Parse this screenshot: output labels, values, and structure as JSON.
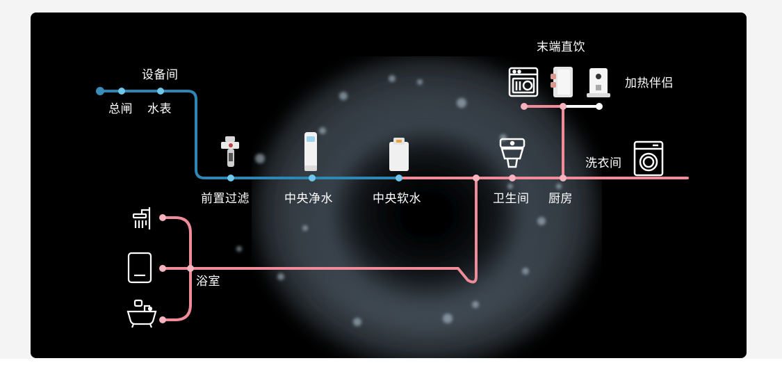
{
  "labels": {
    "equipment_room": "设备间",
    "main_valve": "总闸",
    "water_meter": "水表",
    "pre_filter": "前置过滤",
    "central_purifier": "中央净水",
    "central_softener": "中央软水",
    "bathroom": "浴室",
    "toilet": "卫生间",
    "kitchen": "厨房",
    "laundry": "洗衣间",
    "point_of_use": "末端直饮",
    "heating_companion": "加热伴侣"
  },
  "colors": {
    "background": "#000000",
    "clean_line": "#2f86b4",
    "soft_line": "#f08b9a",
    "drink_line": "#ffffff",
    "node_blue": "#6ec6ea",
    "node_pink": "#f6b3bd"
  },
  "icons": {
    "pre_filter": "pre-filter-device-icon",
    "central_purifier": "central-purifier-device-icon",
    "central_softener": "central-softener-device-icon",
    "toilet": "toilet-icon",
    "washing_machine": "washing-machine-icon",
    "dishwasher": "dishwasher-icon",
    "ro_purifier": "ro-purifier-icon",
    "water_heater_dispenser": "heating-dispenser-icon",
    "shower": "shower-icon",
    "water_heater": "water-heater-icon",
    "bathtub": "bathtub-icon"
  }
}
